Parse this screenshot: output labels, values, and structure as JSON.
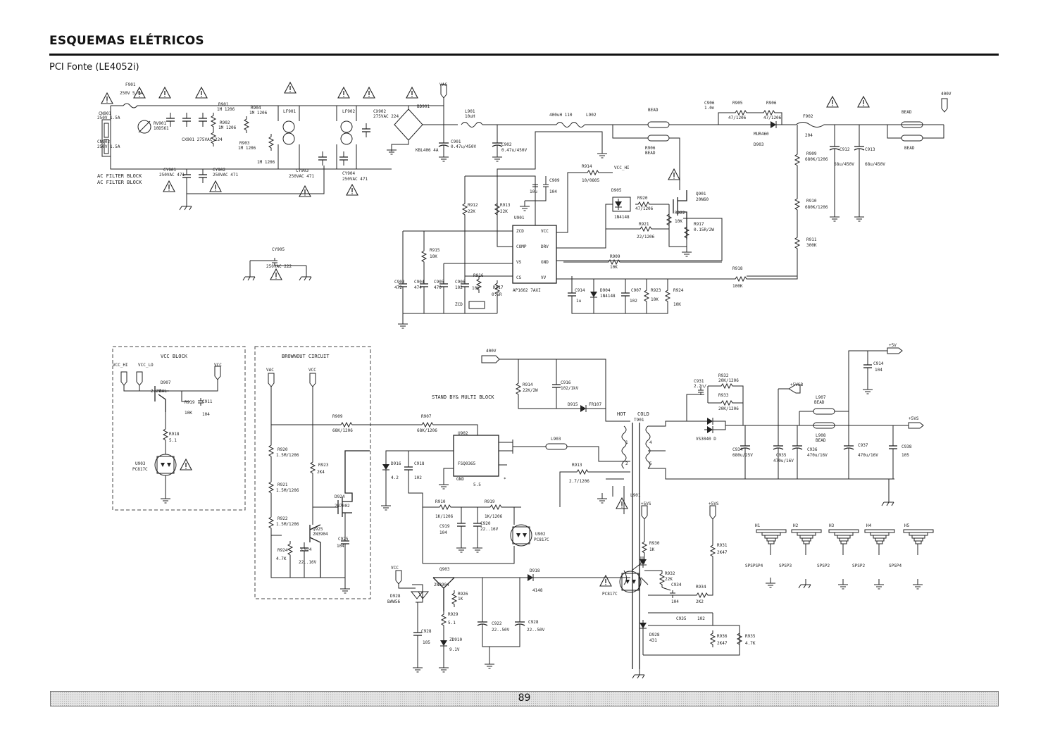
{
  "header": {
    "title": "ESQUEMAS ELÉTRICOS",
    "subtitle": "PCI Fonte (LE4052i)"
  },
  "schematic": {
    "filter_label_1": "AC FILTER BLOCK",
    "filter_label_2": "AC FILTER BLOCK",
    "vcc_block_title": "VCC BLOCK",
    "brownout_title": "BROWNOUT CIRCUIT",
    "standby_title": "STAND BY& MULTI BLOCK",
    "hot_label": "HOT",
    "cold_label": "COLD"
  },
  "footer": {
    "page_number": "89"
  },
  "colors": {
    "line": "#222222",
    "footer_fill": "#e4e4e4"
  }
}
